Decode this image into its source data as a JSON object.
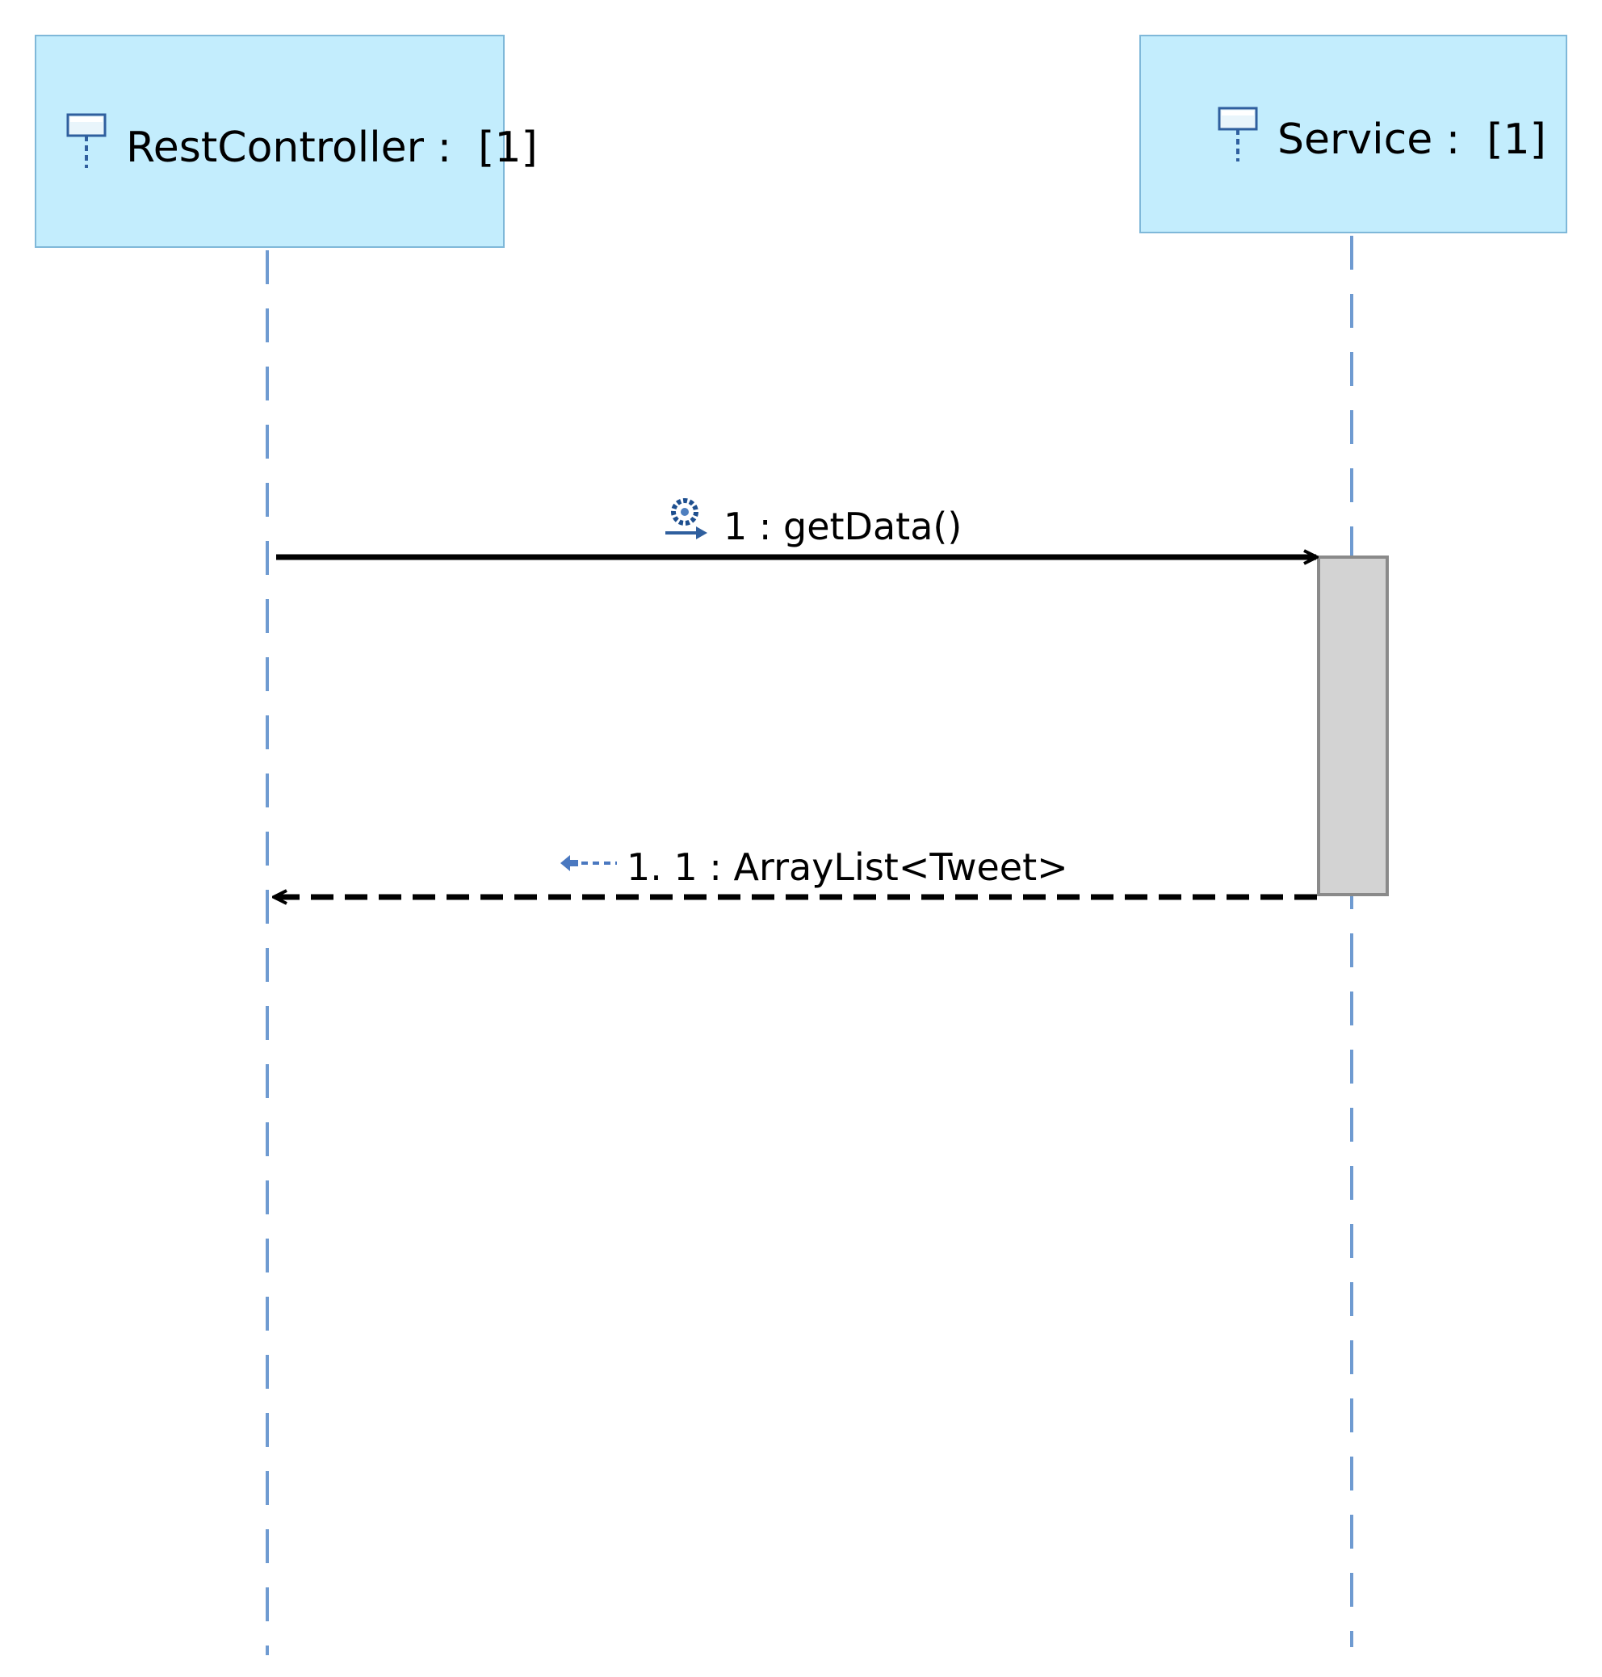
{
  "diagram": {
    "type": "uml-sequence-diagram",
    "lifelines": [
      {
        "label": "RestController :  [1]",
        "icon": "lifeline-icon"
      },
      {
        "label": "Service :  [1]",
        "icon": "lifeline-icon"
      }
    ],
    "messages": [
      {
        "label": "1 : getData()",
        "kind": "synchronous-call",
        "from": 0,
        "to": 1,
        "icon": "operation-call-icon"
      },
      {
        "label": "1. 1 : ArrayList<Tweet>",
        "kind": "reply",
        "from": 1,
        "to": 0,
        "icon": "reply-icon"
      }
    ],
    "colors": {
      "lifeline_fill": "#c3edfd",
      "lifeline_border": "#7fb8d9",
      "lifeline_dash": "#6f9bd1",
      "activation_fill": "#d3d3d3",
      "activation_border": "#8a8a8a",
      "arrow": "#000000",
      "icon_blue": "#2f5f9e"
    }
  }
}
